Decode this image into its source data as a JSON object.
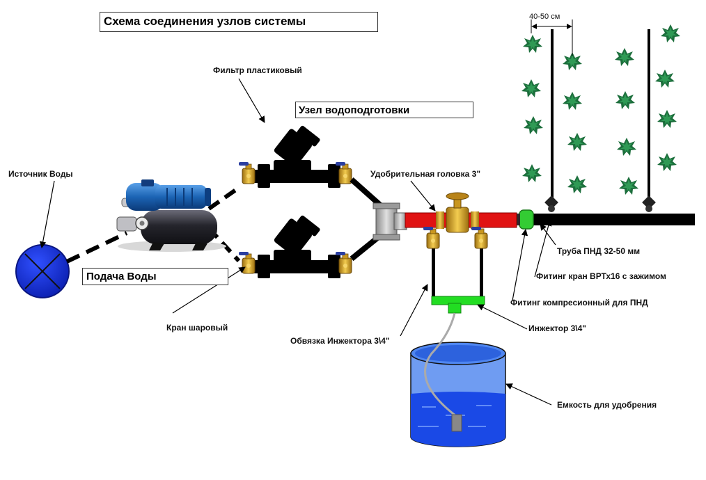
{
  "title": "Схема соединения узлов системы",
  "labels": {
    "filter": "Фильтр пластиковый",
    "treatment_unit": "Узел водоподготовки",
    "water_source": "Источник Воды",
    "water_supply": "Подача Воды",
    "fertilizer_head": "Удобрительная головка 3\"",
    "pipe": "Труба ПНД 32-50 мм",
    "fitting_valve": "Фитинг кран ВРТх16 с зажимом",
    "fitting_compression": "Фитинг компресионный для ПНД",
    "injector": "Инжектор 3\\4\"",
    "injector_piping": "Обвязка Инжектора 3\\4\"",
    "ball_valve": "Кран шаровый",
    "tank": "Емкость для удобрения",
    "spacing": "40-50 см"
  },
  "colors": {
    "source": "#1530d8",
    "pump_motor": "#1c64b4",
    "pump_tank": "#1e1e22",
    "pipe": "#000000",
    "fert_head": "#e01212",
    "brass": "#d4a020",
    "valve_handle": "#2a3ea0",
    "fitting": "#33cc33",
    "injector": "#22dd22",
    "tank_water": "#1a49e6",
    "tank_top": "#5c8cf0",
    "plant": "#1c6e3c"
  },
  "icons": [
    "water-source-icon",
    "pump-icon",
    "filter-icon",
    "ball-valve-icon",
    "tee-fitting-icon",
    "gate-valve-icon",
    "injector-icon",
    "fertilizer-tank-icon",
    "plant-icon",
    "compression-fitting-icon"
  ]
}
